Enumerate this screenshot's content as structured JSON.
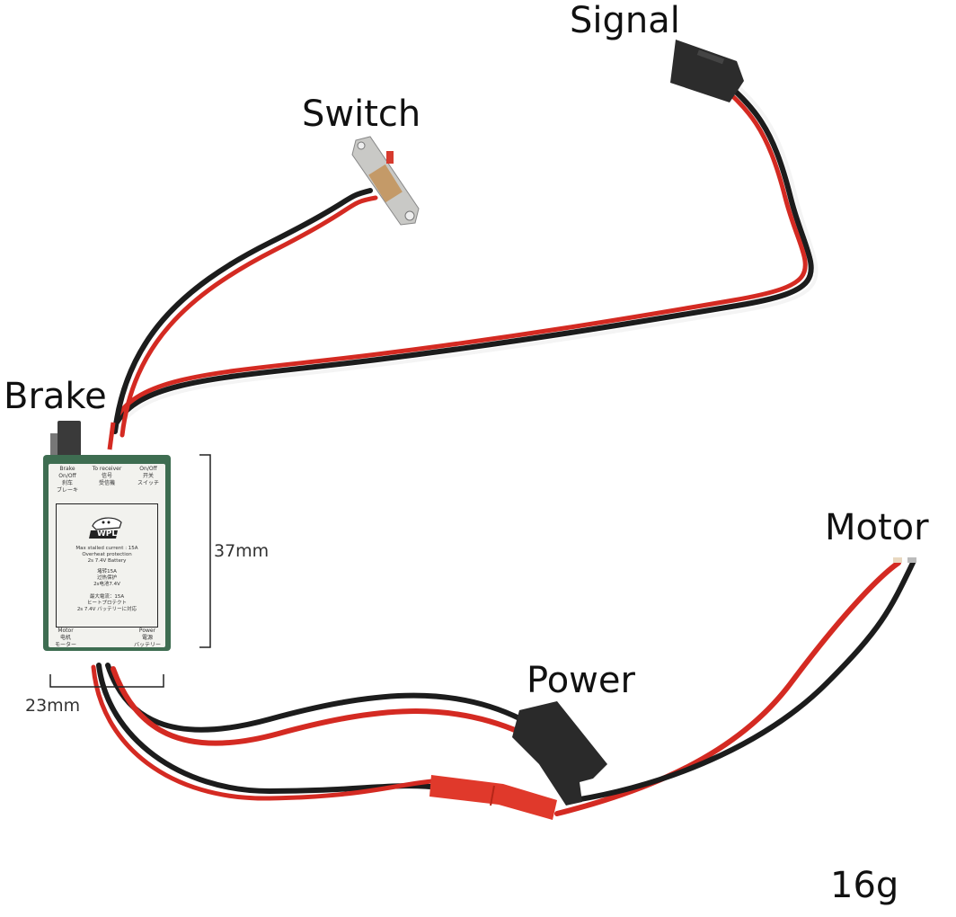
{
  "product": {
    "type": "Brushed ESC with cables",
    "brand_logo": "WPL"
  },
  "callouts": {
    "signal": "Signal",
    "switch": "Switch",
    "brake": "Brake",
    "motor": "Motor",
    "power": "Power",
    "weight": "16g"
  },
  "dimensions": {
    "height": "37mm",
    "width": "23mm"
  },
  "pcb_label": {
    "top_left": [
      "Brake",
      "On/Off",
      "刹车",
      "ブレーキ"
    ],
    "top_center": [
      "To receiver",
      "信号",
      "受信機"
    ],
    "top_right": [
      "On/Off",
      "开关",
      "スイッチ"
    ],
    "spec_en": [
      "Max stalled current : 15A",
      "Overheat protection",
      "2s 7.4V Battery"
    ],
    "spec_cn": [
      "堵转15A",
      "过热保护",
      "2s电池7.4V"
    ],
    "spec_jp": [
      "最大電流：15A",
      "ヒートプロテクト",
      "2s 7.4V バッテリーに対応"
    ],
    "bottom_left": [
      "Motor",
      "电机",
      "モーター"
    ],
    "bottom_right": [
      "Power",
      "電源",
      "バッテリー"
    ]
  },
  "colors": {
    "wire_red": "#d42a22",
    "wire_black": "#1c1c1c",
    "wire_white": "#f4f4f4",
    "connector_red": "#e0392b",
    "connector_black": "#2a2a2a",
    "pcb_green": "#3e6d51"
  }
}
